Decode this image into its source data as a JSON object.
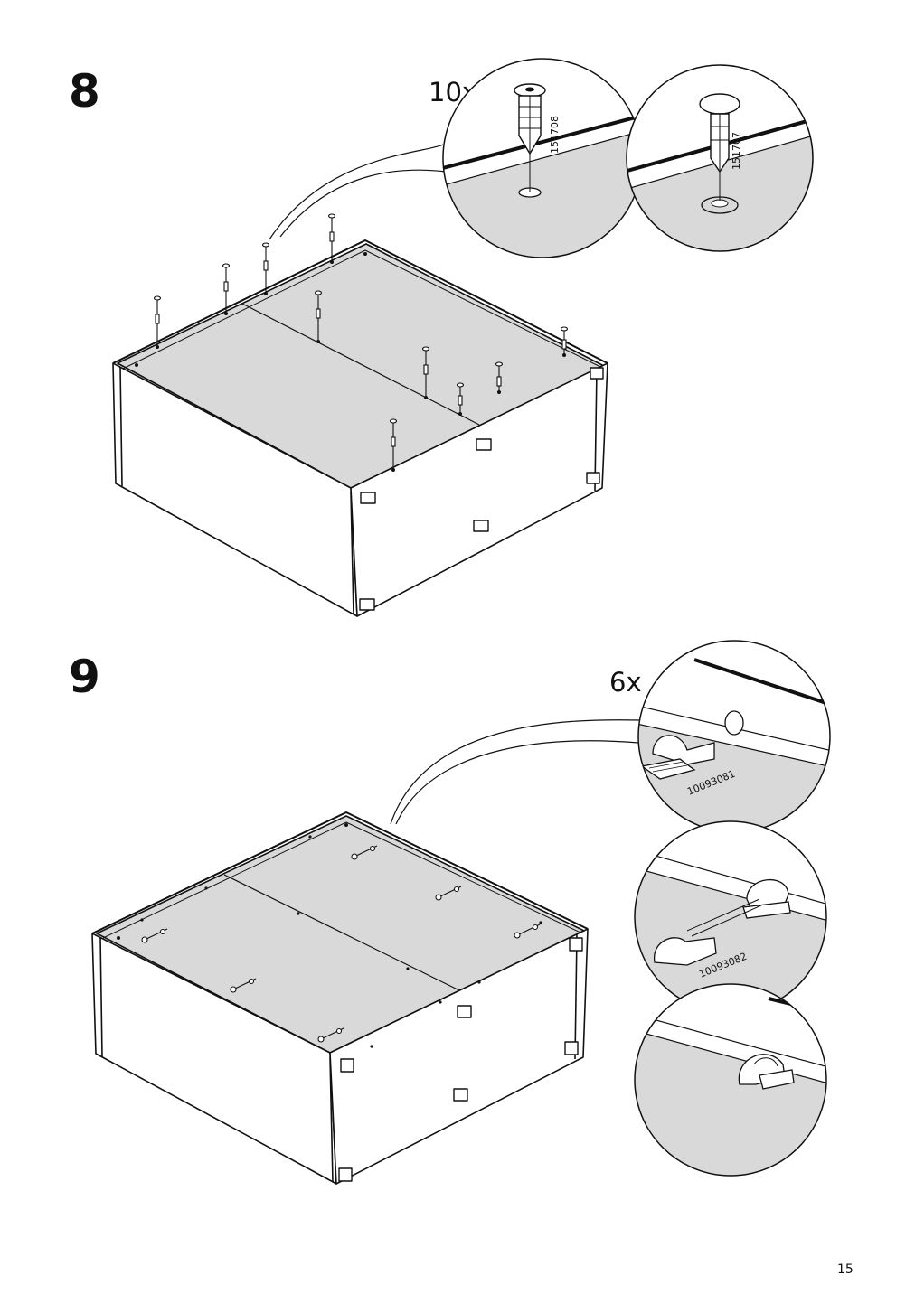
{
  "page": {
    "number": "15"
  },
  "steps": [
    {
      "number": "8",
      "quantity": "10x",
      "parts": [
        "151708",
        "151707"
      ]
    },
    {
      "number": "9",
      "quantity": "6x",
      "parts": [
        "10093081",
        "10093082"
      ]
    }
  ]
}
